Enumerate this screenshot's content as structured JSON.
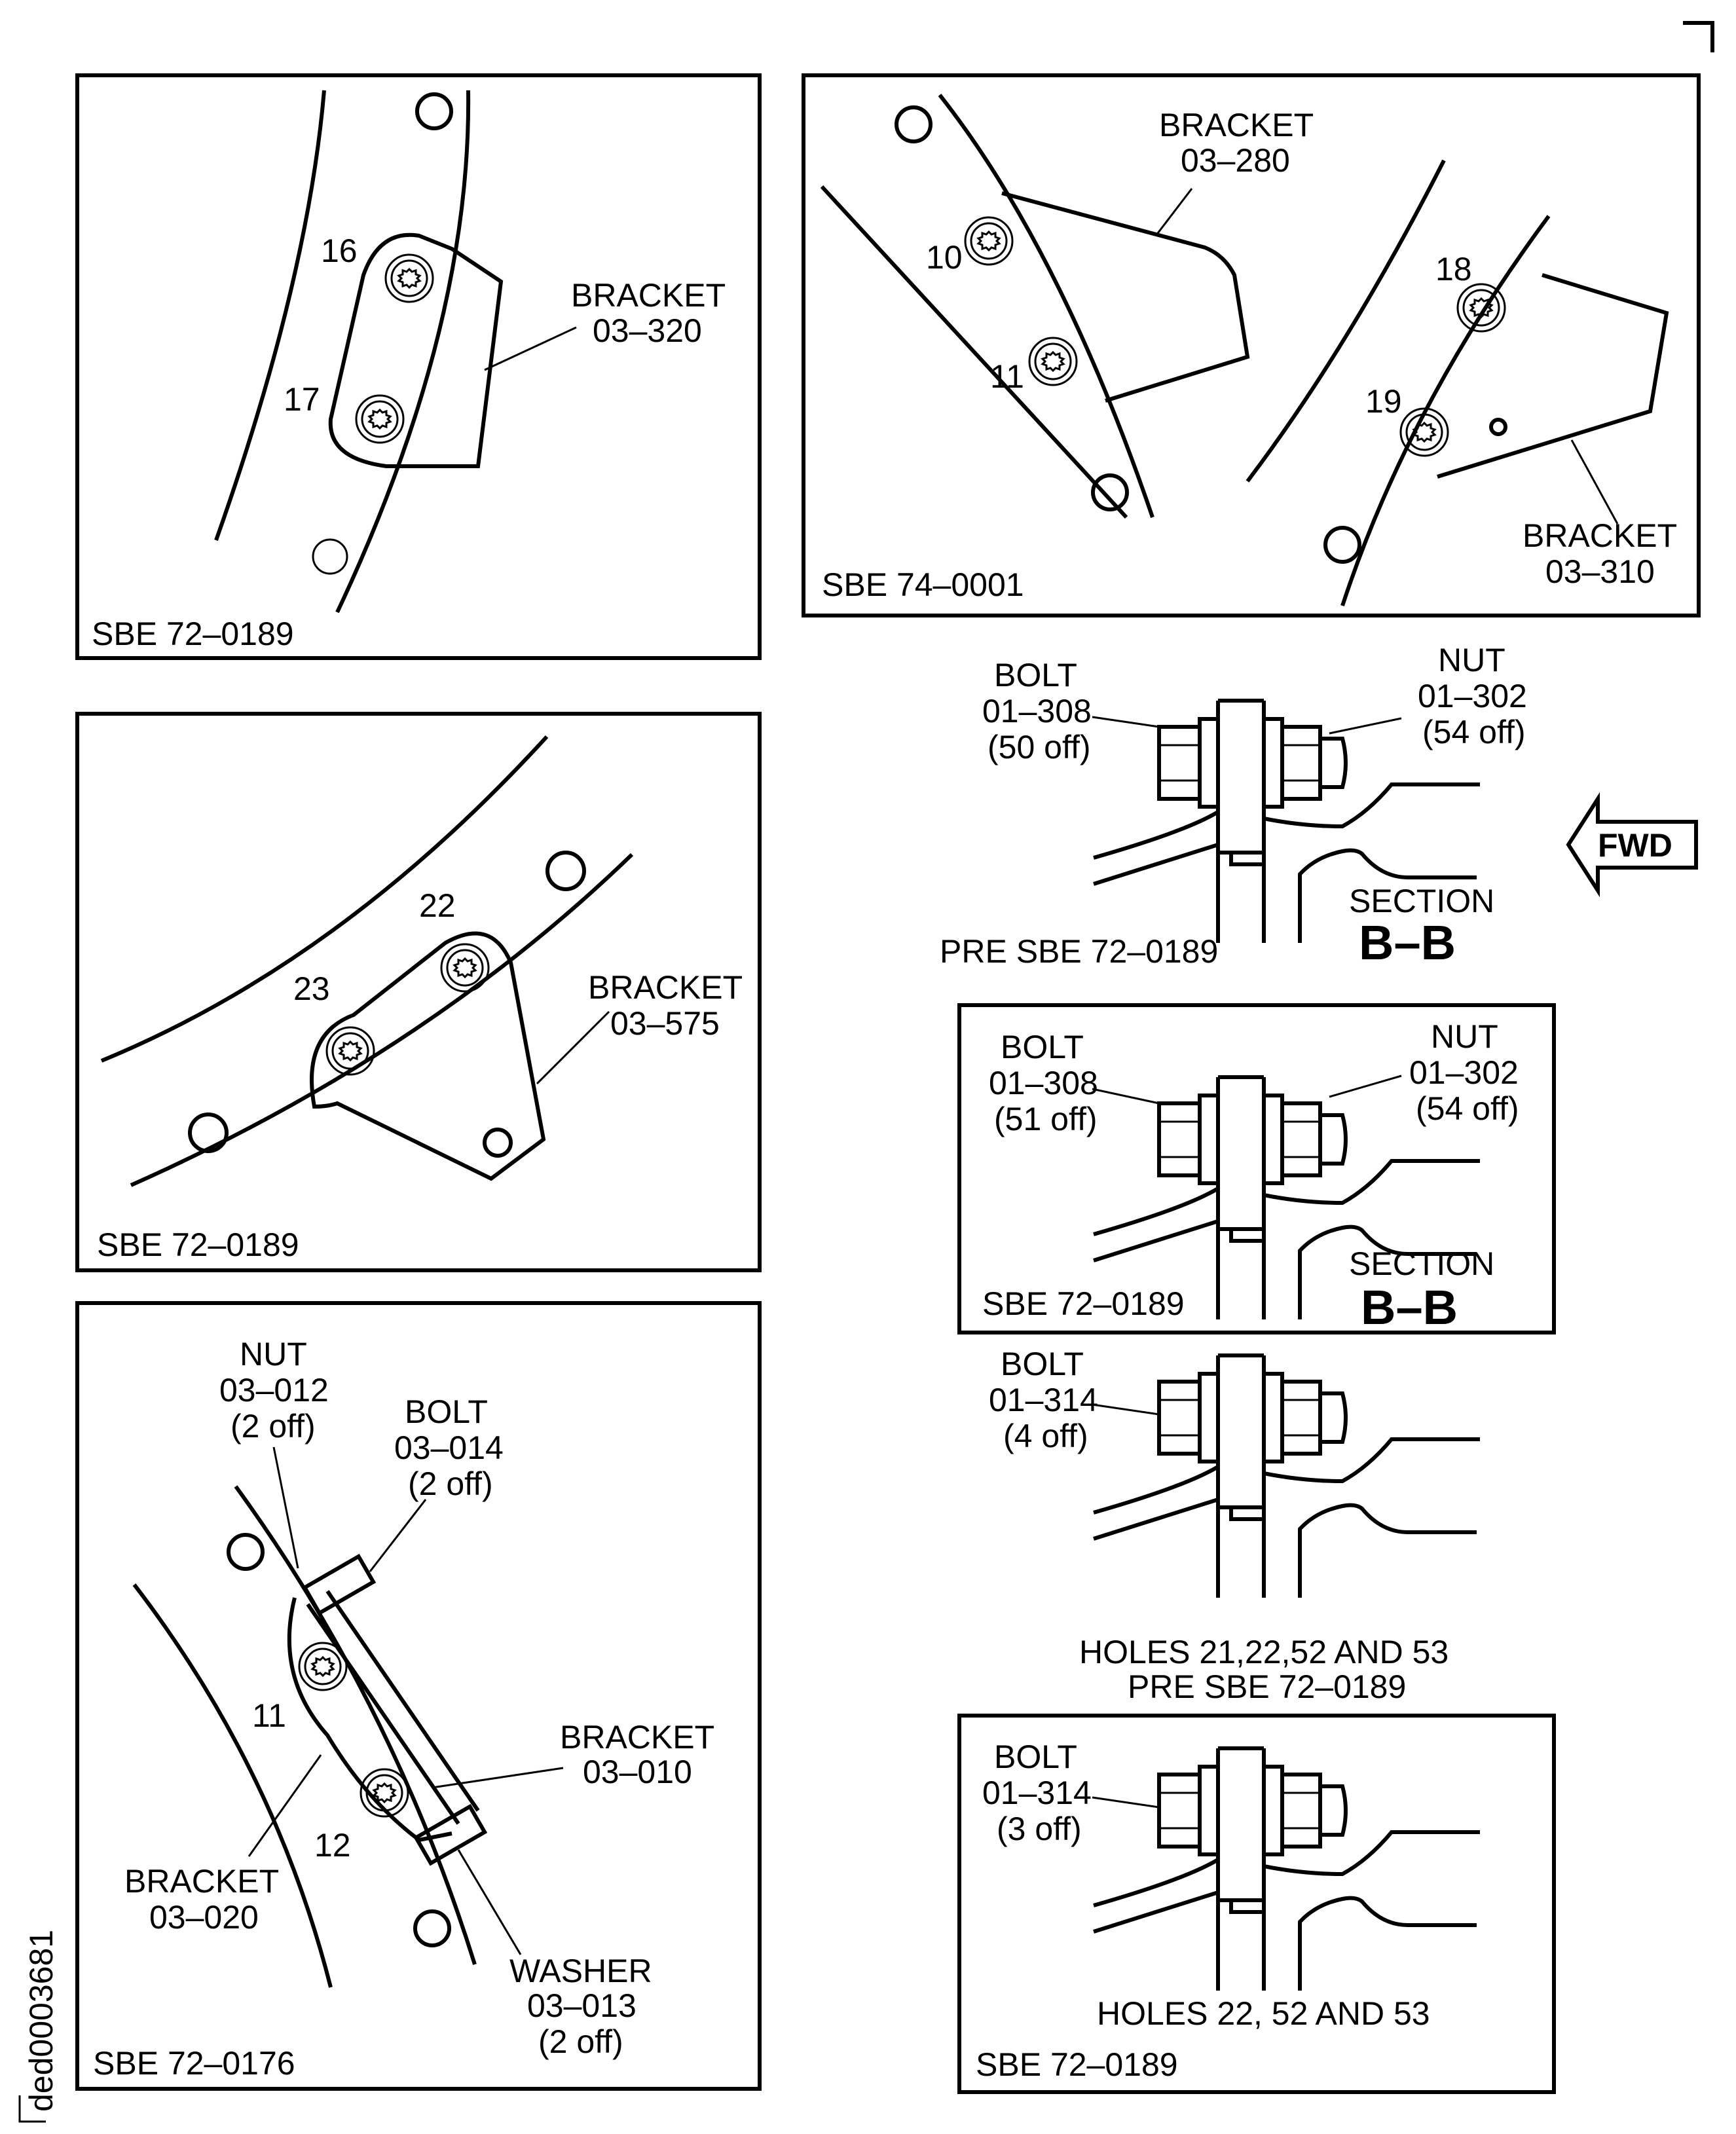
{
  "panels": {
    "p1": {
      "caption": "SBE 72–0189",
      "bracket_title": "BRACKET",
      "bracket_num": "03–320",
      "holes": [
        "16",
        "17"
      ]
    },
    "p2": {
      "caption": "SBE 74–0001",
      "bracket_a_title": "BRACKET",
      "bracket_a_num": "03–280",
      "bracket_b_title": "BRACKET",
      "bracket_b_num": "03–310",
      "holes": [
        "10",
        "11",
        "18",
        "19"
      ]
    },
    "p3": {
      "caption": "SBE 72–0189",
      "bracket_title": "BRACKET",
      "bracket_num": "03–575",
      "holes": [
        "22",
        "23"
      ]
    },
    "p4": {
      "caption": "SBE 72–0176",
      "nut": [
        "NUT",
        "03–012",
        "(2 off)"
      ],
      "bolt": [
        "BOLT",
        "03–014",
        "(2 off)"
      ],
      "bracket_a": [
        "BRACKET",
        "03–010"
      ],
      "bracket_b": [
        "BRACKET",
        "03–020"
      ],
      "washer": [
        "WASHER",
        "03–013",
        "(2 off)"
      ],
      "holes": [
        "11",
        "12"
      ]
    }
  },
  "sections": {
    "s1": {
      "bolt": [
        "BOLT",
        "01–308",
        "(50 off)"
      ],
      "nut": [
        "NUT",
        "01–302",
        "(54 off)"
      ],
      "section_word": "SECTION",
      "section_id": "B–B",
      "caption": "PRE SBE 72–0189"
    },
    "s2": {
      "bolt": [
        "BOLT",
        "01–308",
        "(51 off)"
      ],
      "nut": [
        "NUT",
        "01–302",
        "(54 off)"
      ],
      "section_word": "SECTION",
      "section_id": "B–B",
      "caption": "SBE 72–0189"
    },
    "s3": {
      "bolt": [
        "BOLT",
        "01–314",
        "(4 off)"
      ],
      "caption_line1": "HOLES 21,22,52 AND 53",
      "caption_line2": "PRE SBE 72–0189"
    },
    "s4": {
      "bolt": [
        "BOLT",
        "01–314",
        "(3 off)"
      ],
      "holes_caption": "HOLES 22, 52 AND 53",
      "caption": "SBE 72–0189"
    }
  },
  "fwd_label": "FWD",
  "drawing_id": "ded0003681"
}
